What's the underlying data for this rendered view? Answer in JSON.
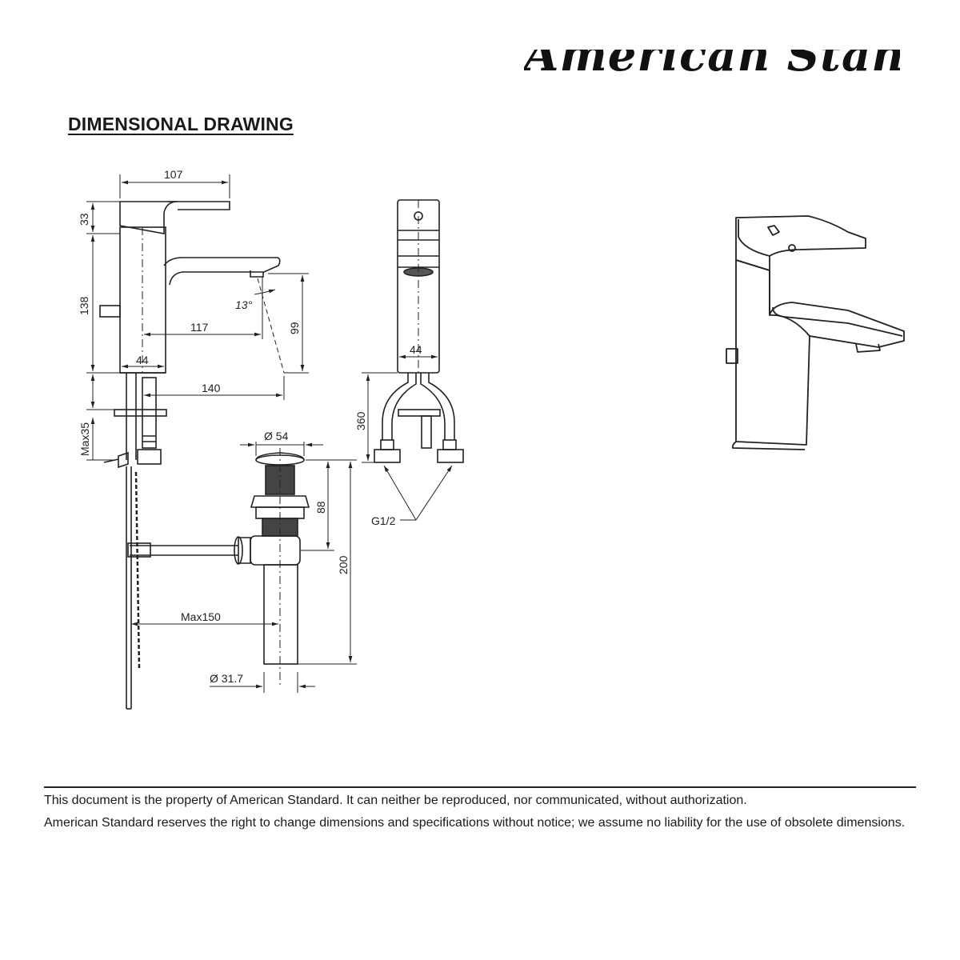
{
  "header": {
    "brand": "American Standard",
    "title": "DIMENSIONAL DRAWING"
  },
  "drawing": {
    "dims": {
      "d107": "107",
      "d33": "33",
      "d138": "138",
      "d13": "13°",
      "d117": "117",
      "d99": "99",
      "d44a": "44",
      "d140": "140",
      "dmax35": "Max35",
      "d54": "Ø 54",
      "d88": "88",
      "d200": "200",
      "dmax150": "Max150",
      "d317": "Ø 31.7",
      "d44b": "44",
      "d360": "360",
      "g12": "G1/2"
    }
  },
  "footer": {
    "line1": "This document is the property of American Standard. It can neither be reproduced, nor communicated, without authorization.",
    "line2": "American Standard reserves the right to change dimensions and specifications without notice; we assume no liability for the use of obsolete dimensions."
  }
}
